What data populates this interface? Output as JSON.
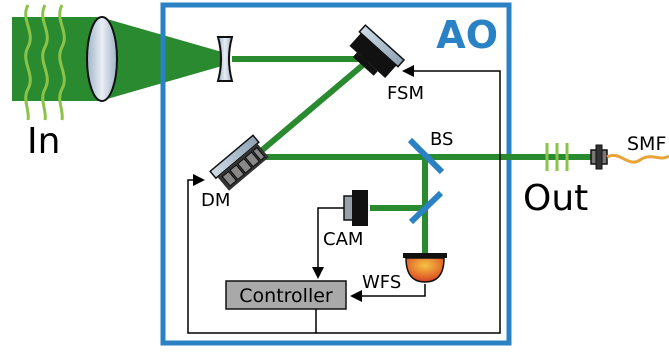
{
  "labels": {
    "ao": "AO",
    "in": "In",
    "out": "Out",
    "fsm": "FSM",
    "dm": "DM",
    "bs": "BS",
    "cam": "CAM",
    "wfs": "WFS",
    "smf": "SMF",
    "controller": "Controller"
  },
  "colors": {
    "beam_green": "#2a8a2f",
    "wave_light_green": "#8bc34a",
    "ao_box_blue": "#2a82c4",
    "controller_fill": "#a9a9a9",
    "fiber_orange": "#e8a33a",
    "wfs_red": "#c62828",
    "wfs_yellow": "#f6c343"
  },
  "icons": {
    "fsm": "fast-steering-mirror-icon",
    "dm": "deformable-mirror-icon",
    "cam": "camera-icon",
    "wfs": "wavefront-sensor-icon",
    "lens": "lens-icon",
    "fiber": "fiber-connector-icon"
  }
}
